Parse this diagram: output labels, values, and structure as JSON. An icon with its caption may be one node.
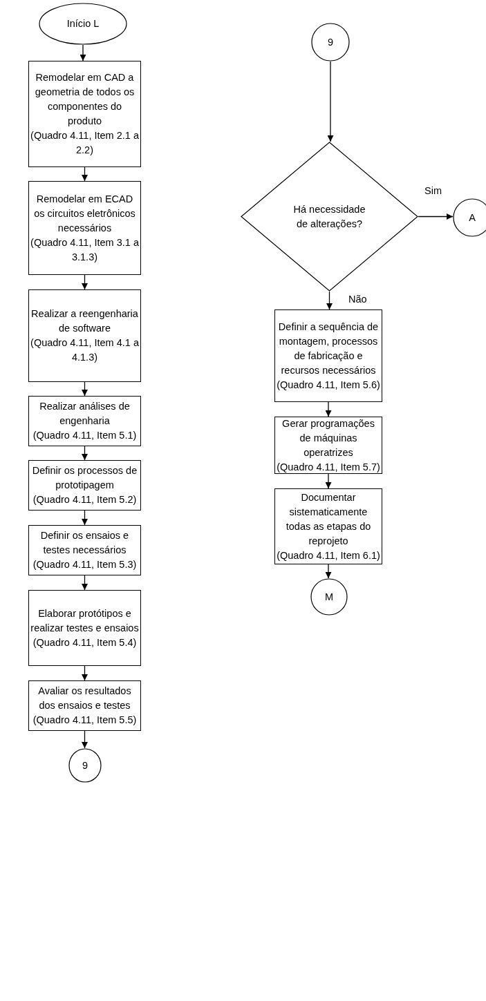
{
  "diagram": {
    "nodes": [
      {
        "text": [
          "Início L"
        ]
      },
      {
        "text": [
          "Remodelar em CAD a geometria de todos os componentes do produto",
          "(Quadro 4.11, Item 2.1 a 2.2)"
        ]
      },
      {
        "text": [
          "Remodelar em ECAD os circuitos eletrônicos necessários",
          "(Quadro 4.11, Item 3.1 a 3.1.3)"
        ]
      },
      {
        "text": [
          "Realizar a reengenharia de software",
          "(Quadro 4.11, Item 4.1 a 4.1.3)"
        ]
      },
      {
        "text": [
          "Realizar análises de engenharia",
          "(Quadro 4.11, Item 5.1)"
        ]
      },
      {
        "text": [
          "Definir os processos de prototipagem",
          "(Quadro 4.11, Item 5.2)"
        ]
      },
      {
        "text": [
          "Definir os ensaios e testes necessários",
          "(Quadro 4.11, Item 5.3)"
        ]
      },
      {
        "text": [
          "Elaborar protótipos e realizar testes e ensaios",
          "(Quadro 4.11, Item 5.4)"
        ]
      },
      {
        "text": [
          "Avaliar os resultados dos ensaios e testes",
          "(Quadro 4.11, Item 5.5)"
        ]
      },
      {
        "text": [
          "9"
        ]
      },
      {
        "text": [
          "9"
        ]
      },
      {
        "text": [
          "Há necessidade de alterações?"
        ]
      },
      {
        "text": [
          "A"
        ]
      },
      {
        "text": [
          "Definir a sequência de montagem, processos de fabricação e recursos necessários",
          "(Quadro 4.11, Item 5.6)"
        ]
      },
      {
        "text": [
          "Gerar programações de máquinas operatrizes",
          "(Quadro 4.11, Item 5.7)"
        ]
      },
      {
        "text": [
          "Documentar sistematicamente todas as etapas do reprojeto",
          "(Quadro 4.11, Item 6.1)"
        ]
      },
      {
        "text": [
          "M"
        ]
      }
    ],
    "edges": [
      {
        "from": 0,
        "to": 1,
        "arrow": "to"
      },
      {
        "from": 1,
        "to": 2,
        "arrow": "to"
      },
      {
        "from": 2,
        "to": 3,
        "arrow": "to"
      },
      {
        "from": 3,
        "to": 4,
        "arrow": "to"
      },
      {
        "from": 4,
        "to": 5,
        "arrow": "to"
      },
      {
        "from": 5,
        "to": 6,
        "arrow": "to"
      },
      {
        "from": 6,
        "to": 7,
        "arrow": "to"
      },
      {
        "from": 7,
        "to": 8,
        "arrow": "to"
      },
      {
        "from": 8,
        "to": 9,
        "arrow": "to"
      },
      {
        "from": 10,
        "to": 11,
        "arrow": "to"
      },
      {
        "from": 11,
        "to": 12,
        "label": "Sim",
        "arrow": "to"
      },
      {
        "from": 11,
        "to": 13,
        "label": "Não",
        "arrow": "to"
      },
      {
        "from": 13,
        "to": 14,
        "arrow": "to"
      },
      {
        "from": 14,
        "to": 15,
        "arrow": "to"
      },
      {
        "from": 15,
        "to": 16,
        "arrow": "to"
      }
    ]
  }
}
